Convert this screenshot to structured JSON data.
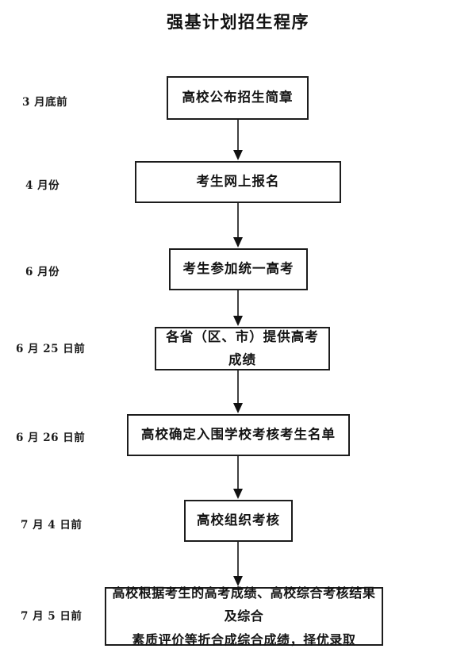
{
  "title": "强基计划招生程序",
  "chart_data": {
    "type": "diagram",
    "title": "强基计划招生程序",
    "diagram_kind": "vertical-flowchart",
    "orientation": "top-to-bottom",
    "connector": "down-arrow",
    "node_count": 7,
    "steps": [
      {
        "date": "3 月底前",
        "text": "高校公布招生简章"
      },
      {
        "date": "4 月份",
        "text": "考生网上报名"
      },
      {
        "date": "6 月份",
        "text": "考生参加统一高考"
      },
      {
        "date": "6 月 25 日前",
        "text": "各省（区、市）提供高考成绩"
      },
      {
        "date": "6 月 26 日前",
        "text": "高校确定入围学校考核考生名单"
      },
      {
        "date": "7 月 4 日前",
        "text": "高校组织考核"
      },
      {
        "date": "7 月 5 日前",
        "text": "高校根据考生的高考成绩、高校综合考核结果及综合\n素质评价等折合成综合成绩，择优录取"
      }
    ],
    "colors": {
      "background": "#ffffff",
      "box_border": "#1c1c1c",
      "text": "#141414",
      "arrow": "#111111"
    }
  }
}
